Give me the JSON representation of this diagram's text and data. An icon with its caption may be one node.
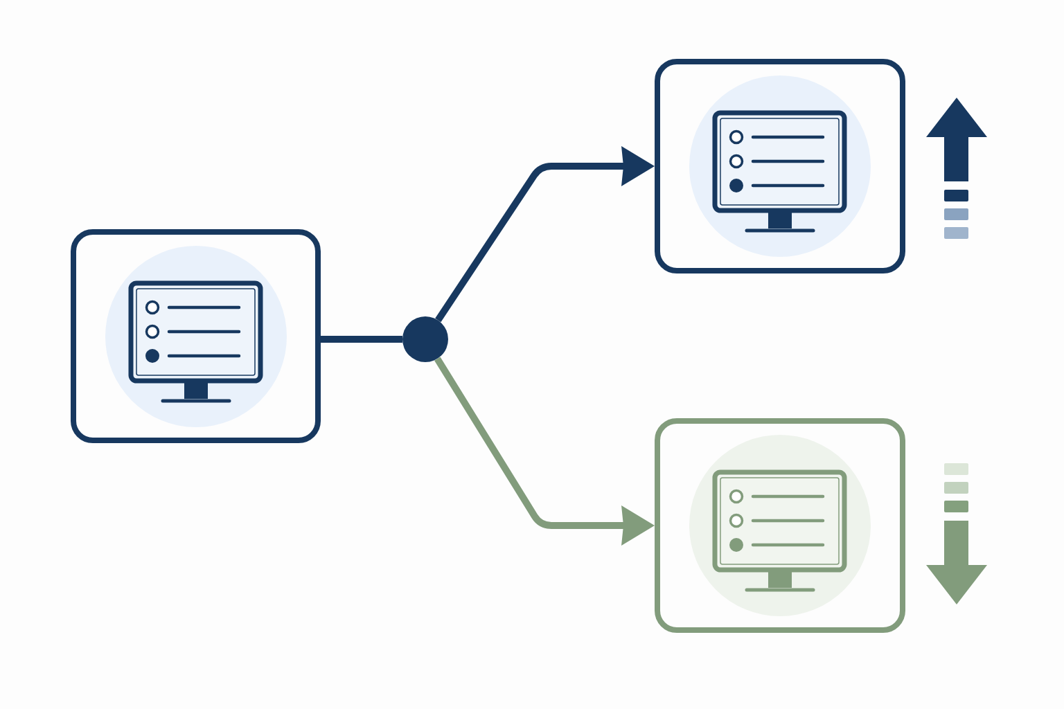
{
  "diagram": {
    "nodes": [
      {
        "text": [],
        "shape": "box"
      },
      {
        "text": [],
        "shape": "circle"
      },
      {
        "text": [],
        "shape": "box"
      },
      {
        "text": [],
        "shape": "box"
      }
    ],
    "edges": [
      {
        "from": 0,
        "to": 1,
        "arrow": "none"
      },
      {
        "from": 1,
        "to": 2,
        "arrow": "to"
      },
      {
        "from": 1,
        "to": 3,
        "arrow": "to",
        "color": "#829c7c"
      }
    ]
  }
}
